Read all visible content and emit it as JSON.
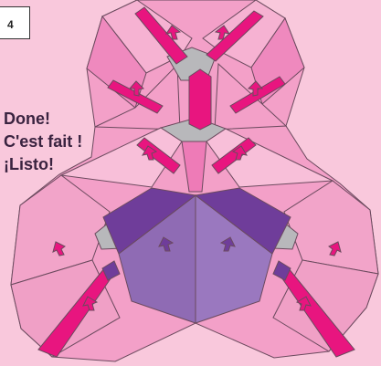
{
  "step_number": "4",
  "caption": {
    "line1": "Done!",
    "line2": "C'est fait !",
    "line3": "¡Listo!"
  },
  "colors": {
    "background": "#f9c8dc",
    "light_pink": "#f3a0c8",
    "medium_pink": "#ee7bb7",
    "dark_pink": "#e8388f",
    "magenta": "#e8157f",
    "purple": "#8f6bb4",
    "dark_purple": "#6f3d9a",
    "gray": "#b8b8bb"
  }
}
